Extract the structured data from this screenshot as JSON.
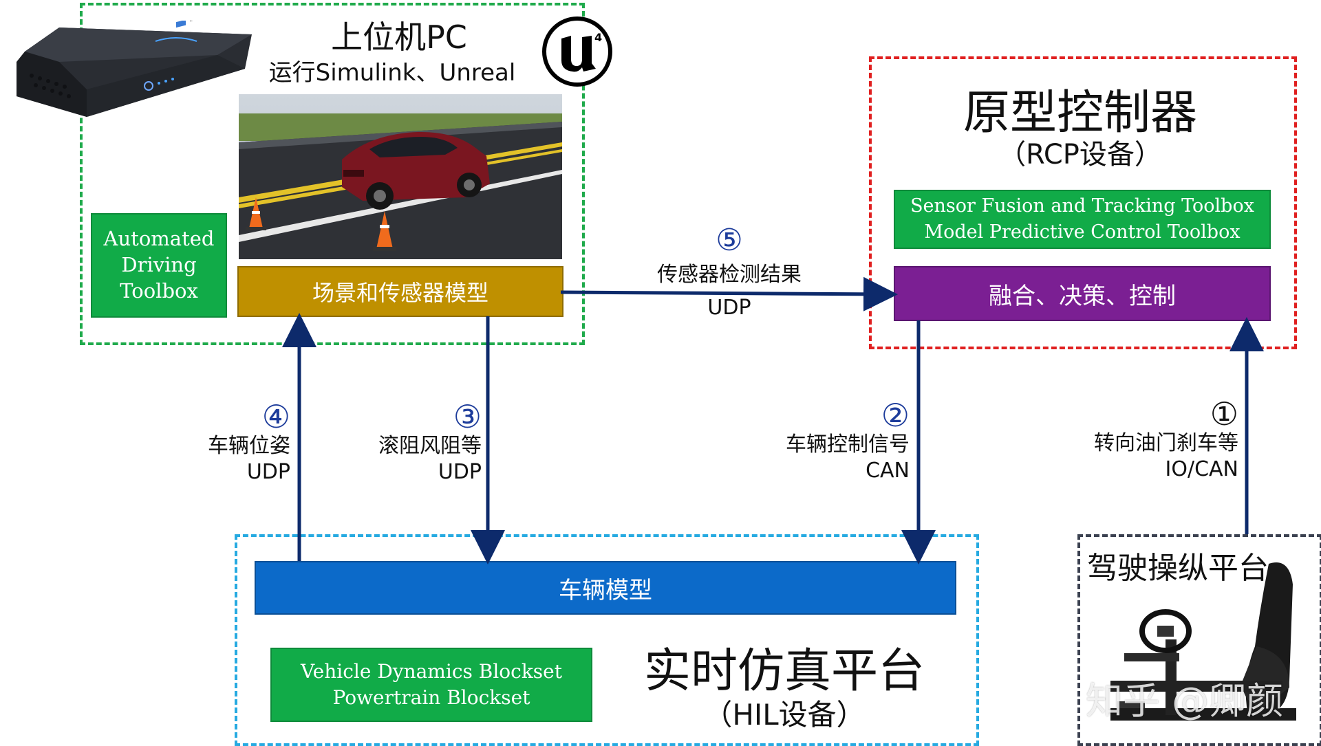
{
  "host_pc": {
    "title": "上位机PC",
    "subtitle": "运行Simulink、Unreal",
    "scene_sensor_label": "场景和传感器模型",
    "toolbox": "Automated\nDriving\nToolbox",
    "logo_icon": "unreal-engine-4-logo"
  },
  "rcp": {
    "title": "原型控制器",
    "subtitle": "（RCP设备）",
    "toolbox": "Sensor Fusion and Tracking Toolbox\nModel Predictive Control Toolbox",
    "function_label": "融合、决策、控制"
  },
  "hil": {
    "vehicle_model_label": "车辆模型",
    "title": "实时仿真平台",
    "subtitle": "（HIL设备）",
    "toolbox": "Vehicle Dynamics Blockset\nPowertrain Blockset"
  },
  "driving_platform": {
    "title": "驾驶操纵平台",
    "watermark": "知乎 @卿颜"
  },
  "links": {
    "l1": {
      "num": "①",
      "text": "转向油门刹车等",
      "proto": "IO/CAN"
    },
    "l2": {
      "num": "②",
      "text": "车辆控制信号",
      "proto": "CAN"
    },
    "l3": {
      "num": "③",
      "text": "滚阻风阻等",
      "proto": "UDP"
    },
    "l4": {
      "num": "④",
      "text": "车辆位姿",
      "proto": "UDP"
    },
    "l5": {
      "num": "⑤",
      "text": "传感器检测结果",
      "proto": "UDP"
    }
  },
  "colors": {
    "arrow": "#0d2a6b",
    "green_dash": "#1faa4b",
    "red_dash": "#e02020",
    "blue_dash": "#26aae1",
    "gold": "#bf9000",
    "purple": "#7b1f93",
    "blue": "#0c6ac9",
    "green": "#11ab48"
  }
}
